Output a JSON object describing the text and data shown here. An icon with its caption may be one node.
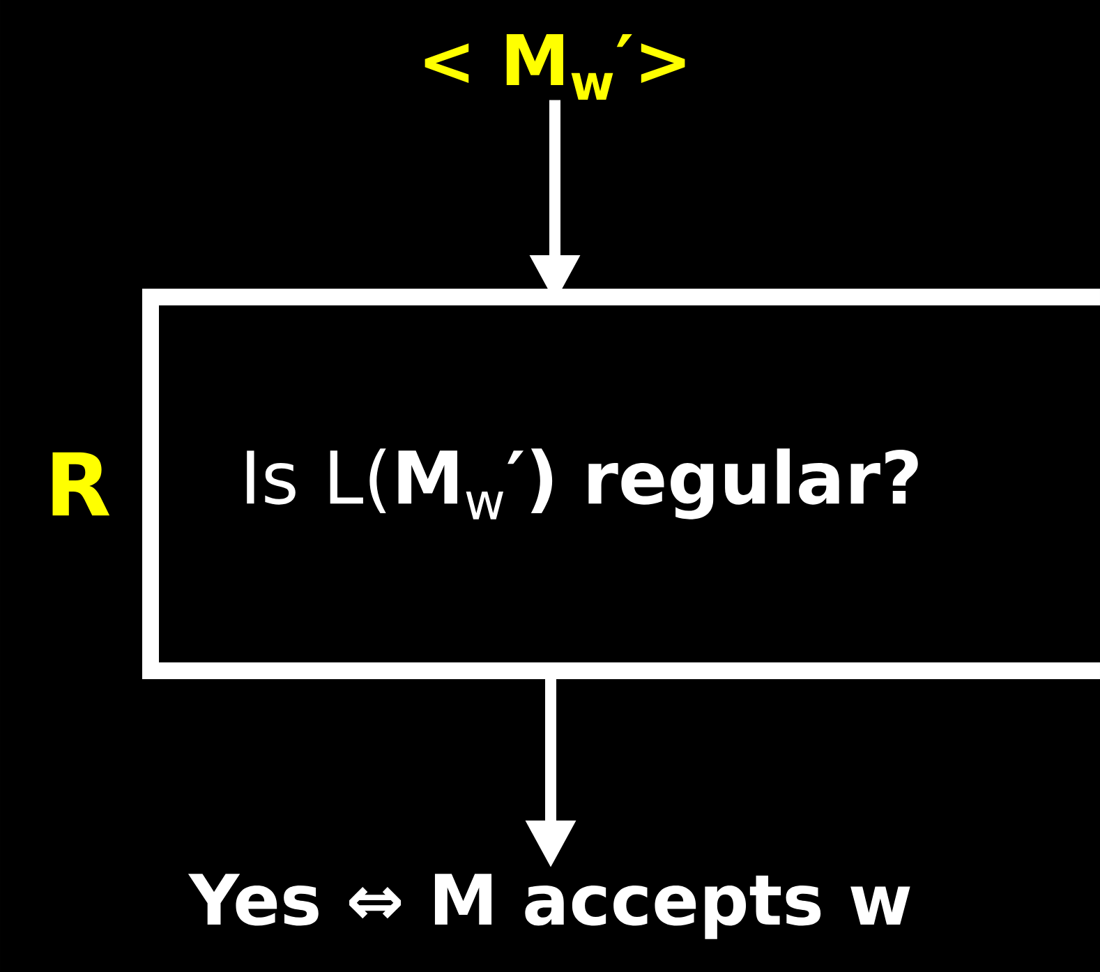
{
  "diagram": {
    "nodes": [
      {
        "text": [
          "< M$_{w}$′>"
        ]
      },
      {
        "text": [
          "Is L(**M**$_{w}$**′) regular?**"
        ],
        "beside": [
          "R"
        ]
      },
      {
        "text": [
          "Yes ⇔ M accepts w"
        ]
      }
    ],
    "edges": [
      {
        "from": 0,
        "to": 1,
        "arrow": "to"
      },
      {
        "from": 1,
        "to": 2,
        "arrow": "to"
      }
    ]
  }
}
